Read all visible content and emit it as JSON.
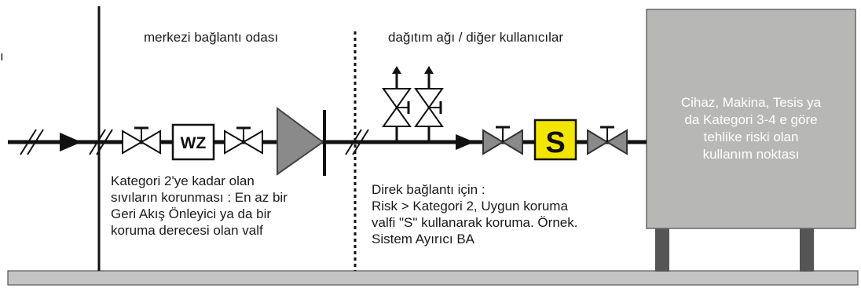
{
  "zones": {
    "central_room": "merkezi bağlantı odası",
    "distribution": "dağıtım ağı / diğer kullanıcılar"
  },
  "edge_fragment": "ı",
  "notes": {
    "category2": "Kategori 2'ye kadar olan\nsıvıların korunması : En az bir\nGeri Akış Önleyici ya da bir\nkoruma derecesi olan valf",
    "direct": "Direk bağlantı için :\nRisk > Kategori 2, Uygun koruma\nvalfi \"S\" kullanarak  koruma. Örnek.\nSistem Ayırıcı BA"
  },
  "device_label": "Cihaz, Makina, Tesis ya\nda Kategori 3-4 e göre\ntehlike riski olan\nkullanım noktası",
  "meter_label": "WZ",
  "protection_label": "S",
  "colors": {
    "pipe": "#111111",
    "device_fill": "#b7b7b5",
    "valve_grey": "#8a8a8a",
    "protection_yellow": "#f2e600",
    "floor": "#c4c4c4"
  }
}
